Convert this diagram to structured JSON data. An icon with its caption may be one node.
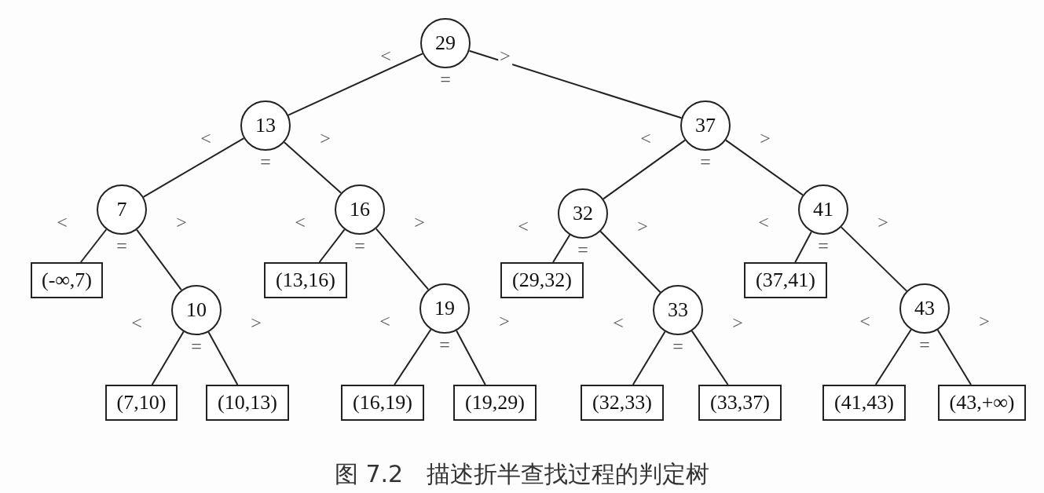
{
  "diagram": {
    "caption": "图 7.2　描述折半查找过程的判定树",
    "nodes": [
      {
        "text": [
          "29"
        ],
        "beside": [
          "="
        ]
      },
      {
        "text": [
          "13"
        ],
        "beside": [
          "="
        ]
      },
      {
        "text": [
          "37"
        ],
        "beside": [
          "="
        ]
      },
      {
        "text": [
          "7"
        ],
        "beside": [
          "="
        ]
      },
      {
        "text": [
          "16"
        ],
        "beside": [
          "="
        ]
      },
      {
        "text": [
          "32"
        ],
        "beside": [
          "="
        ]
      },
      {
        "text": [
          "41"
        ],
        "beside": [
          "="
        ]
      },
      {
        "text": [
          "(-∞,7)"
        ]
      },
      {
        "text": [
          "(13,16)"
        ]
      },
      {
        "text": [
          "(29,32)"
        ]
      },
      {
        "text": [
          "(37,41)"
        ]
      },
      {
        "text": [
          "10"
        ],
        "beside": [
          "="
        ]
      },
      {
        "text": [
          "19"
        ],
        "beside": [
          "="
        ]
      },
      {
        "text": [
          "33"
        ],
        "beside": [
          "="
        ]
      },
      {
        "text": [
          "43"
        ],
        "beside": [
          "="
        ]
      },
      {
        "text": [
          "(7,10)"
        ]
      },
      {
        "text": [
          "(10,13)"
        ]
      },
      {
        "text": [
          "(16,19)"
        ]
      },
      {
        "text": [
          "(19,29)"
        ]
      },
      {
        "text": [
          "(32,33)"
        ]
      },
      {
        "text": [
          "(33,37)"
        ]
      },
      {
        "text": [
          "(41,43)"
        ]
      },
      {
        "text": [
          "(43,+∞)"
        ]
      }
    ],
    "edges": [
      {
        "from": 0,
        "to": 1,
        "arrow": "none",
        "label": "<"
      },
      {
        "from": 0,
        "to": 2,
        "arrow": "none",
        "label": ">"
      },
      {
        "from": 1,
        "to": 3,
        "arrow": "none",
        "label": "<"
      },
      {
        "from": 1,
        "to": 4,
        "arrow": "none",
        "label": ">"
      },
      {
        "from": 2,
        "to": 5,
        "arrow": "none",
        "label": "<"
      },
      {
        "from": 2,
        "to": 6,
        "arrow": "none",
        "label": ">"
      },
      {
        "from": 3,
        "to": 7,
        "arrow": "none",
        "label": "<"
      },
      {
        "from": 3,
        "to": 11,
        "arrow": "none",
        "label": ">"
      },
      {
        "from": 4,
        "to": 8,
        "arrow": "none",
        "label": "<"
      },
      {
        "from": 4,
        "to": 12,
        "arrow": "none",
        "label": ">"
      },
      {
        "from": 5,
        "to": 9,
        "arrow": "none",
        "label": "<"
      },
      {
        "from": 5,
        "to": 13,
        "arrow": "none",
        "label": ">"
      },
      {
        "from": 6,
        "to": 10,
        "arrow": "none",
        "label": "<"
      },
      {
        "from": 6,
        "to": 14,
        "arrow": "none",
        "label": ">"
      },
      {
        "from": 11,
        "to": 15,
        "arrow": "none",
        "label": "<"
      },
      {
        "from": 11,
        "to": 16,
        "arrow": "none",
        "label": ">"
      },
      {
        "from": 12,
        "to": 17,
        "arrow": "none",
        "label": "<"
      },
      {
        "from": 12,
        "to": 18,
        "arrow": "none",
        "label": ">"
      },
      {
        "from": 13,
        "to": 19,
        "arrow": "none",
        "label": "<"
      },
      {
        "from": 13,
        "to": 20,
        "arrow": "none",
        "label": ">"
      },
      {
        "from": 14,
        "to": 21,
        "arrow": "none",
        "label": "<"
      },
      {
        "from": 14,
        "to": 22,
        "arrow": "none",
        "label": ">"
      }
    ]
  }
}
